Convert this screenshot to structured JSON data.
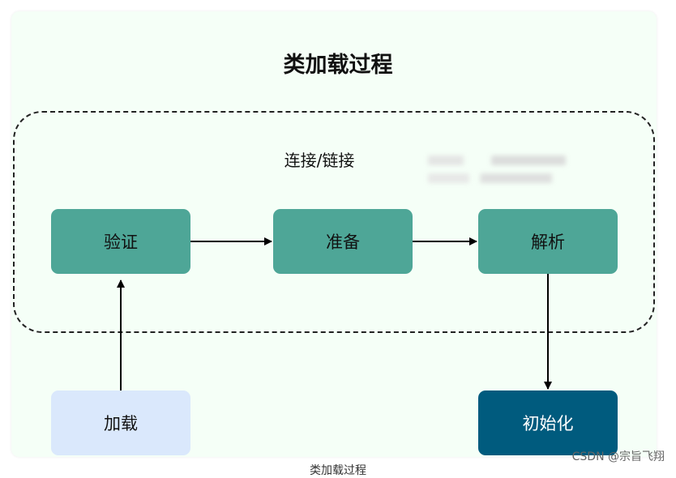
{
  "diagram": {
    "title": "类加载过程",
    "group_label": "连接/链接",
    "nodes": {
      "verify": "验证",
      "prepare": "准备",
      "resolve": "解析",
      "load": "加载",
      "initialize": "初始化"
    },
    "colors": {
      "stage": "#4ea697",
      "entry": "#dae8fc",
      "final": "#005b7e",
      "background": "#f5fff7"
    }
  },
  "watermark": "CSDN @宗旨飞翔",
  "caption": "类加载过程"
}
